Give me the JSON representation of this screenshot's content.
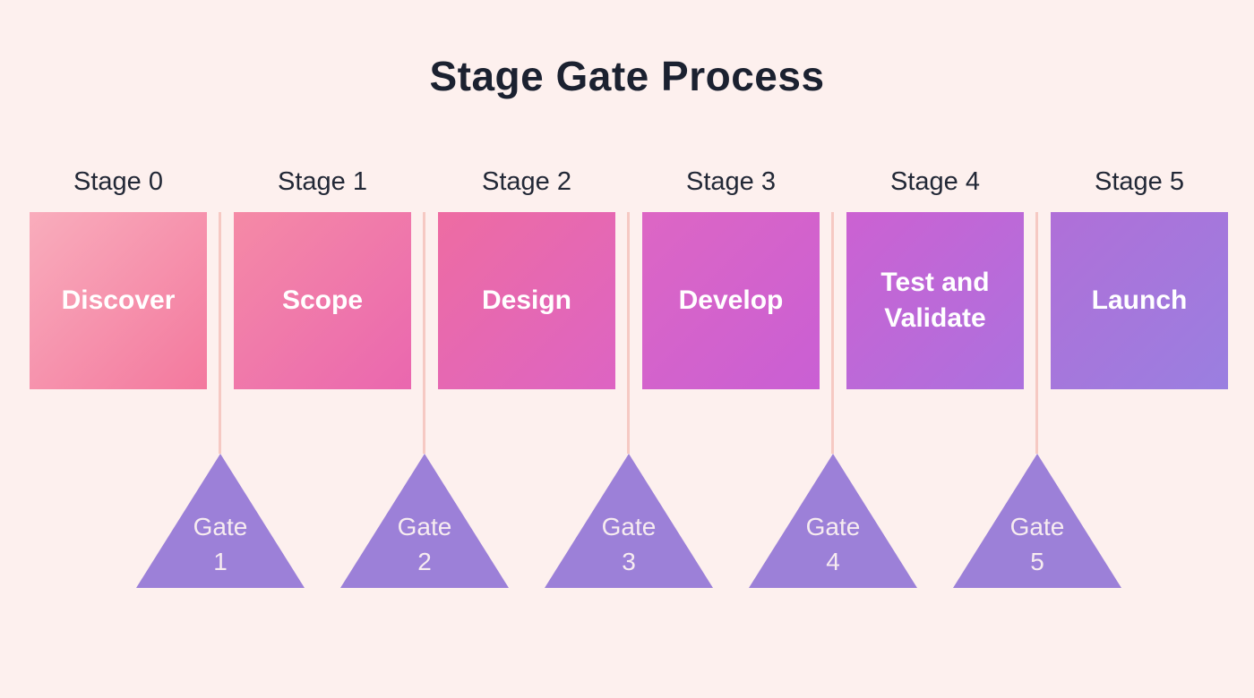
{
  "title": "Stage Gate Process",
  "colors": {
    "background": "#fdf0ee",
    "title_text": "#1b2130",
    "stage_label_text": "#222836",
    "box_label_text": "#ffffff",
    "connector_line": "#f6c9c3",
    "gate_fill": "#9c80d8",
    "gate_text": "#f7ecf0"
  },
  "stages": [
    {
      "stage_label": "Stage 0",
      "box_label": "Discover",
      "color_start": "#f9adbc",
      "color_end": "#f3789e"
    },
    {
      "stage_label": "Stage 1",
      "box_label": "Scope",
      "color_start": "#f58aa6",
      "color_end": "#ea67af"
    },
    {
      "stage_label": "Stage 2",
      "box_label": "Design",
      "color_start": "#ee6ca2",
      "color_end": "#dd64c3"
    },
    {
      "stage_label": "Stage 3",
      "box_label": "Develop",
      "color_start": "#dd66c4",
      "color_end": "#c95fd4"
    },
    {
      "stage_label": "Stage 4",
      "box_label": "Test and Validate",
      "color_start": "#cc61d2",
      "color_end": "#ac71de"
    },
    {
      "stage_label": "Stage 5",
      "box_label": "Launch",
      "color_start": "#b06fd8",
      "color_end": "#9a7fe0"
    }
  ],
  "gates": [
    {
      "label": "Gate",
      "number": "1"
    },
    {
      "label": "Gate",
      "number": "2"
    },
    {
      "label": "Gate",
      "number": "3"
    },
    {
      "label": "Gate",
      "number": "4"
    },
    {
      "label": "Gate",
      "number": "5"
    }
  ]
}
